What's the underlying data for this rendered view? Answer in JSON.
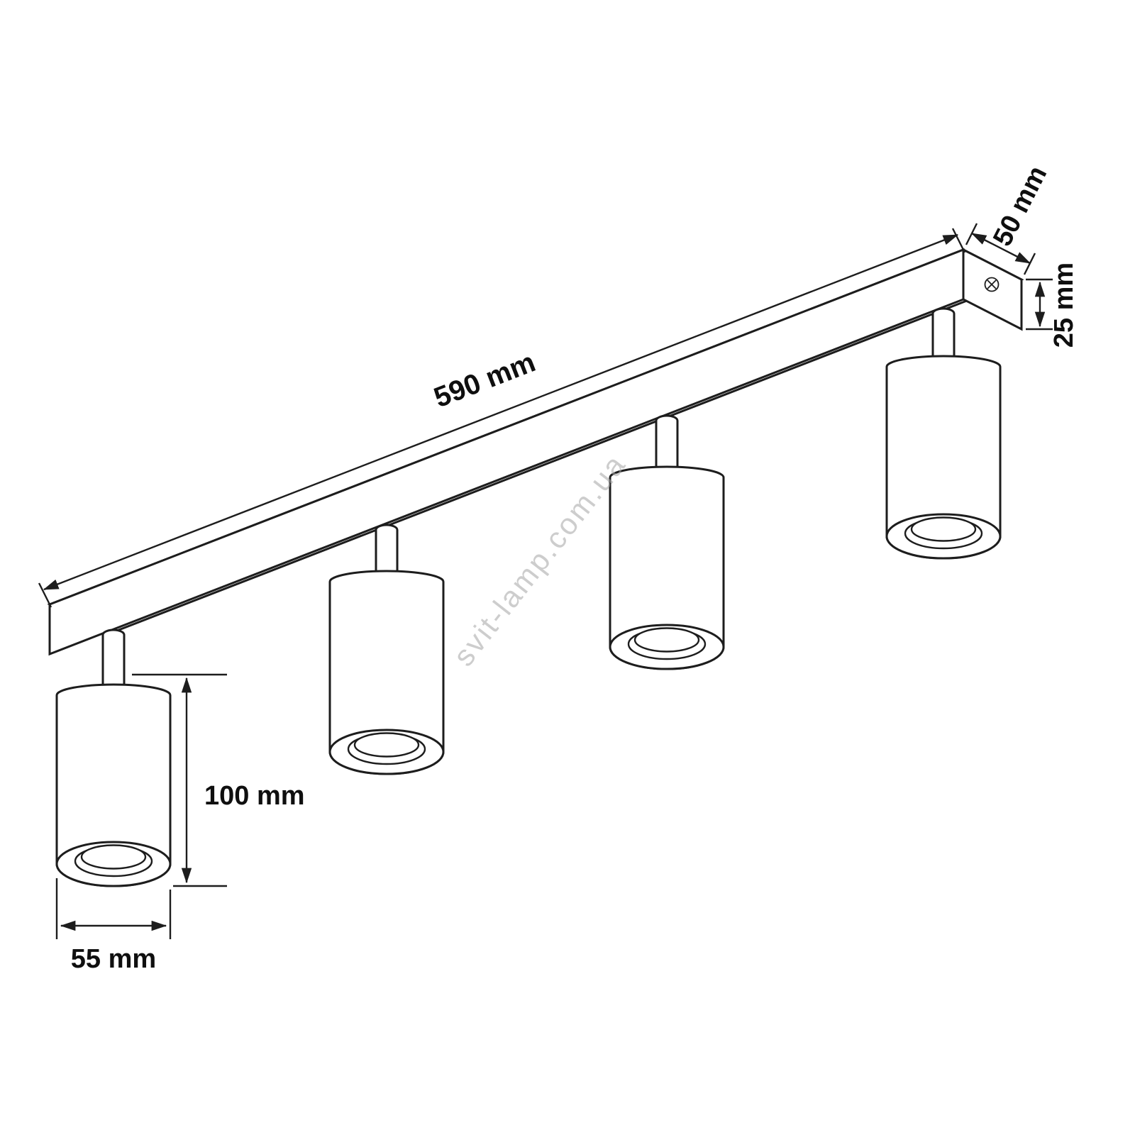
{
  "diagram": {
    "watermark": "svit-lamp.com.ua",
    "spot_count": 4,
    "dimensions": {
      "rail_length": "590 mm",
      "rail_depth": "50 mm",
      "rail_height": "25 mm",
      "spot_height": "100 mm",
      "spot_diameter": "55 mm"
    },
    "colors": {
      "line": "#1d1d1d",
      "label": "#0f0f0f",
      "watermark": "#a6a6a6",
      "background": "#ffffff"
    }
  }
}
